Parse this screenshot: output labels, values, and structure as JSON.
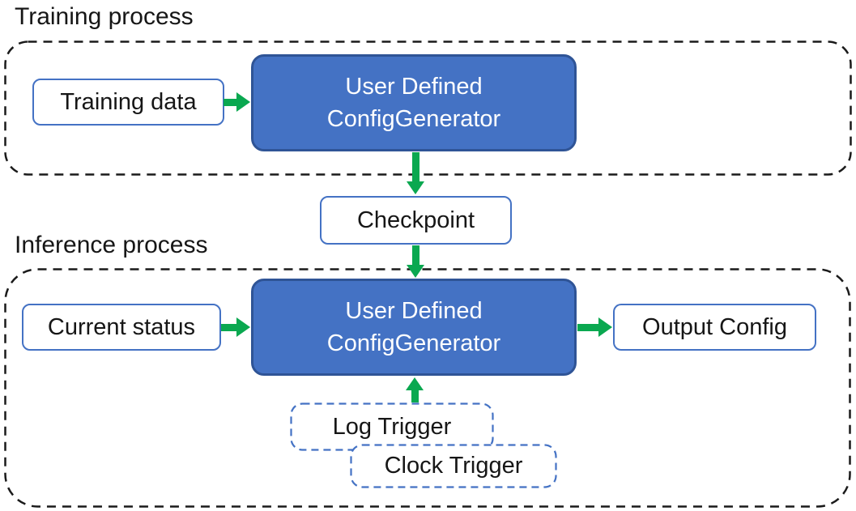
{
  "colors": {
    "generator_fill": "#4472C4",
    "generator_border": "#2F5496",
    "io_box_border": "#4472C4",
    "trigger_border": "#4472C4",
    "container_border": "#1A1A1A",
    "arrow_green": "#0AA850",
    "text_dark": "#161616",
    "text_on_blue": "#FFFFFF"
  },
  "labels": {
    "training": "Training process",
    "inference": "Inference process"
  },
  "training": {
    "input": "Training data",
    "generator": {
      "line1": "User Defined",
      "line2": "ConfigGenerator"
    }
  },
  "checkpoint": "Checkpoint",
  "inference": {
    "input": "Current status",
    "generator": {
      "line1": "User Defined",
      "line2": "ConfigGenerator"
    },
    "output": "Output Config",
    "triggers": [
      "Log Trigger",
      "Clock Trigger"
    ]
  }
}
